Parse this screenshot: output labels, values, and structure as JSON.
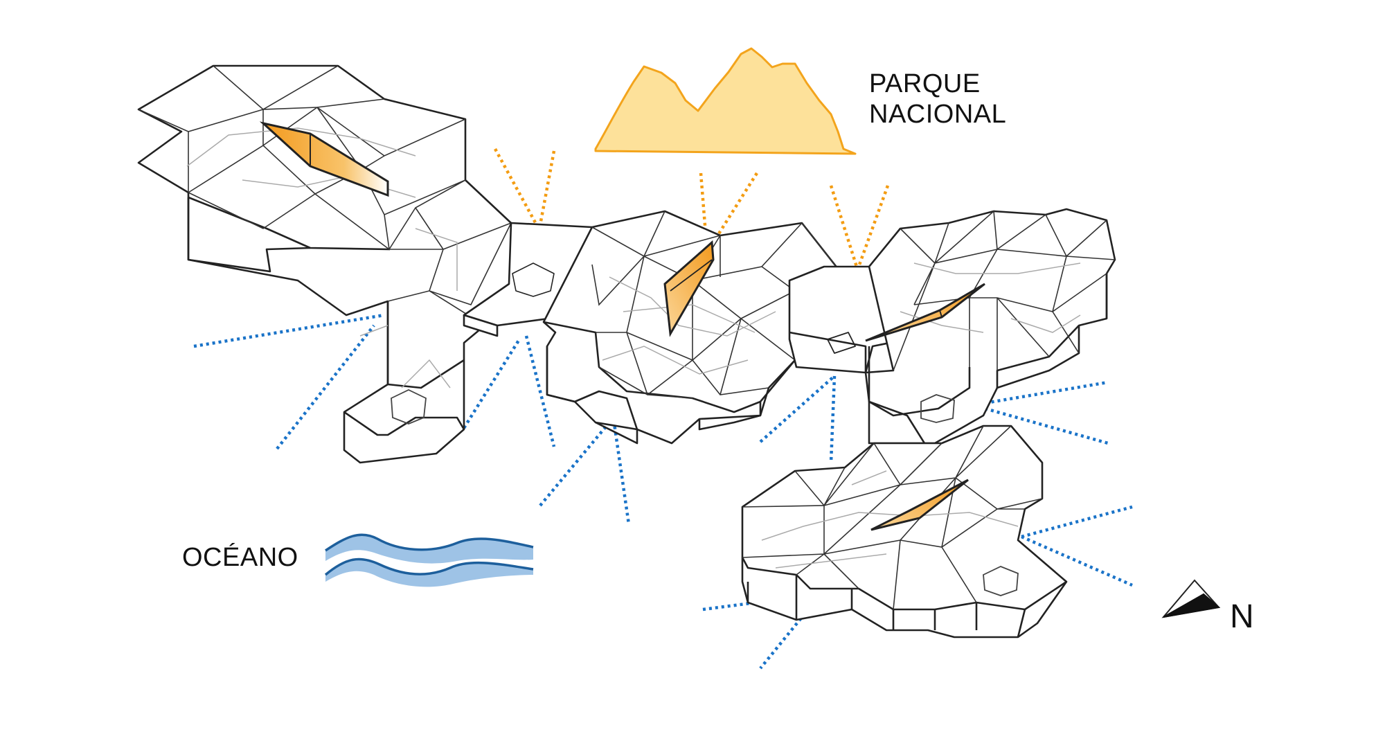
{
  "labels": {
    "park_line1": "PARQUE",
    "park_line2": "NACIONAL",
    "ocean": "OCÉANO",
    "north": "N"
  },
  "colors": {
    "mountain_fill": "#fde19a",
    "mountain_stroke": "#f3a41c",
    "park_rays": "#f39c12",
    "ocean_rays": "#1a73c8",
    "wave_stroke": "#1d5f9c",
    "wave_fill": "#8db9e2",
    "skylight": "#f39a1e",
    "outline": "#222222",
    "inner_lines": "#9a9a9a"
  },
  "icons": [
    "mountain-icon",
    "waves-icon",
    "north-arrow-icon"
  ]
}
